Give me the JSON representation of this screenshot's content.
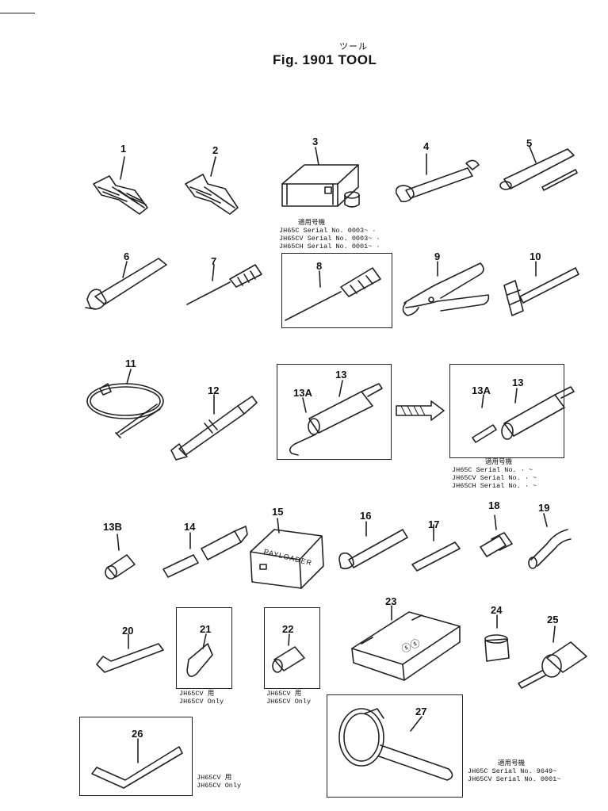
{
  "title_jp": "ツール",
  "title": "Fig. 1901  TOOL",
  "parts": [
    {
      "label": "1"
    },
    {
      "label": "2"
    },
    {
      "label": "3"
    },
    {
      "label": "4"
    },
    {
      "label": "5"
    },
    {
      "label": "6"
    },
    {
      "label": "7"
    },
    {
      "label": "8"
    },
    {
      "label": "9"
    },
    {
      "label": "10"
    },
    {
      "label": "11"
    },
    {
      "label": "12"
    },
    {
      "label": "13"
    },
    {
      "label": "13A"
    },
    {
      "label": "13"
    },
    {
      "label": "13A"
    },
    {
      "label": "13B"
    },
    {
      "label": "14"
    },
    {
      "label": "15"
    },
    {
      "label": "16"
    },
    {
      "label": "17"
    },
    {
      "label": "18"
    },
    {
      "label": "19"
    },
    {
      "label": "20"
    },
    {
      "label": "21"
    },
    {
      "label": "22"
    },
    {
      "label": "23"
    },
    {
      "label": "24"
    },
    {
      "label": "25"
    },
    {
      "label": "26"
    },
    {
      "label": "27"
    }
  ],
  "serial_notes": {
    "part3": {
      "heading": "適用号機",
      "lines": [
        "JH65C  Serial No. 0003~ ·",
        "JH65CV Serial No. 0003~ ·",
        "JH65CH Serial No. 0001~ ·"
      ]
    },
    "part13": {
      "heading": "適用号機",
      "lines": [
        "JH65C  Serial No.  ·  ~",
        "JH65CV Serial No.  ·  ~",
        "JH65CH Serial No.  ·  ~"
      ]
    },
    "part27": {
      "heading": "適用号機",
      "lines": [
        "JH65C  Serial No. 9649~",
        "JH65CV Serial No. 0001~"
      ]
    }
  },
  "only_notes": {
    "part21": {
      "jp": "JH65CV 用",
      "en": "JH65CV Only"
    },
    "part22": {
      "jp": "JH65CV 用",
      "en": "JH65CV Only"
    },
    "part26": {
      "jp": "JH65CV 用",
      "en": "JH65CV Only"
    }
  },
  "box_lettering": {
    "part15": "PAYLOADER",
    "part23": "ⓢⓢ"
  }
}
